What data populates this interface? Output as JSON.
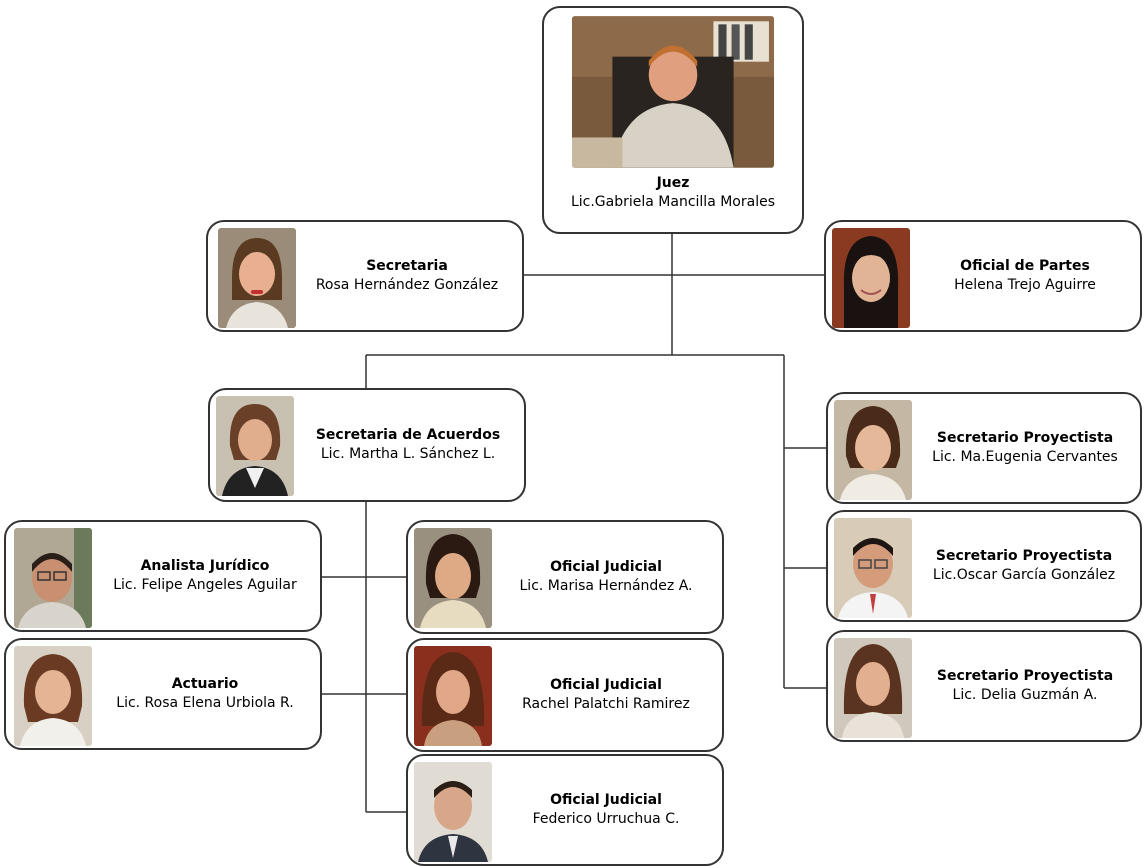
{
  "colors": {
    "line": "#333333",
    "border": "#333333",
    "background": "#ffffff"
  },
  "juez": {
    "title": "Juez",
    "name": "Lic.Gabriela Mancilla Morales"
  },
  "secretaria": {
    "title": "Secretaria",
    "name": "Rosa Hernández González"
  },
  "oficial_partes": {
    "title": "Oficial de Partes",
    "name": "Helena Trejo Aguirre"
  },
  "secretaria_acuerdos": {
    "title": "Secretaria de Acuerdos",
    "name": "Lic. Martha L. Sánchez L."
  },
  "analista": {
    "title": "Analista Jurídico",
    "name": "Lic. Felipe Angeles Aguilar"
  },
  "actuario": {
    "title": "Actuario",
    "name": "Lic. Rosa Elena Urbiola R."
  },
  "oficial_judicial": [
    {
      "title": "Oficial Judicial",
      "name": "Lic. Marisa Hernández A."
    },
    {
      "title": "Oficial Judicial",
      "name": "Rachel Palatchi Ramirez"
    },
    {
      "title": "Oficial Judicial",
      "name": "Federico Urruchua C."
    }
  ],
  "proyectistas": [
    {
      "title": "Secretario Proyectista",
      "name": "Lic. Ma.Eugenia Cervantes"
    },
    {
      "title": "Secretario Proyectista",
      "name": "Lic.Oscar García González"
    },
    {
      "title": "Secretario Proyectista",
      "name": "Lic. Delia Guzmán A."
    }
  ]
}
